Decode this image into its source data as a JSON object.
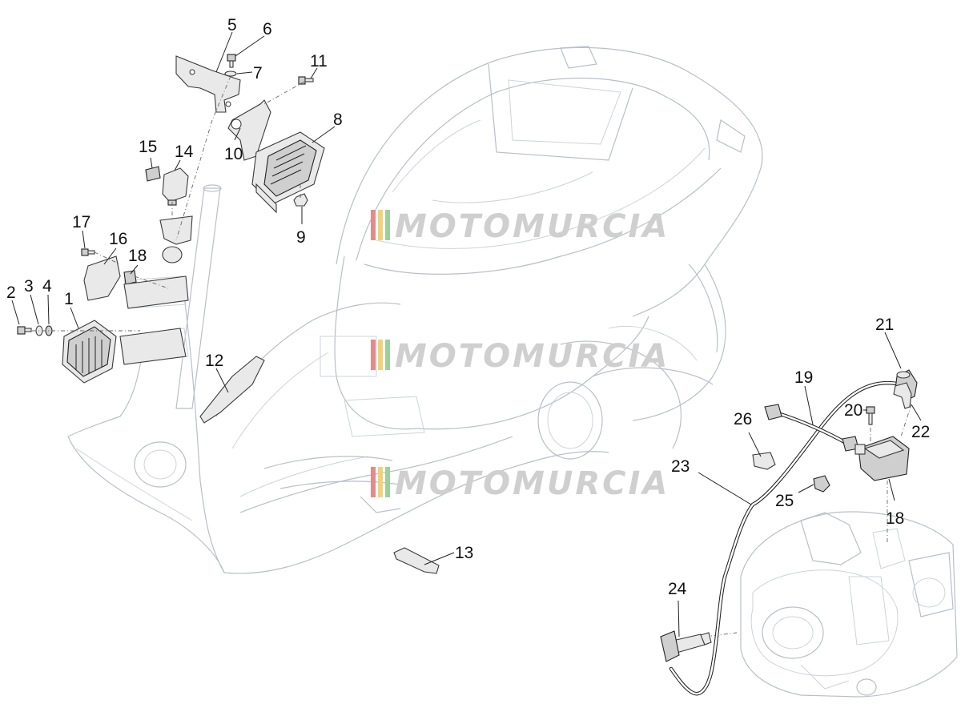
{
  "watermarks": [
    {
      "text": "MOTOMURCIA",
      "stripe_colors": [
        "#e58a8a",
        "#f0d27a",
        "#9ccf9c"
      ]
    },
    {
      "text": "MOTOMURCIA",
      "stripe_colors": [
        "#e58a8a",
        "#f0d27a",
        "#9ccf9c"
      ]
    },
    {
      "text": "MOTOMURCIA",
      "stripe_colors": [
        "#e58a8a",
        "#f0d27a",
        "#9ccf9c"
      ]
    }
  ],
  "callouts": {
    "c1": "1",
    "c2": "2",
    "c3": "3",
    "c4": "4",
    "c5": "5",
    "c6": "6",
    "c7": "7",
    "c8": "8",
    "c9": "9",
    "c10": "10",
    "c11": "11",
    "c12": "12",
    "c13": "13",
    "c14": "14",
    "c15": "15",
    "c16": "16",
    "c17": "17",
    "c18a": "18",
    "c18b": "18",
    "c19": "19",
    "c20": "20",
    "c21": "21",
    "c22": "22",
    "c23": "23",
    "c24": "24",
    "c25": "25",
    "c26": "26"
  },
  "colors": {
    "line": "#222222",
    "body_outline": "#b8bfca",
    "watermark": "#cfcfcf"
  }
}
